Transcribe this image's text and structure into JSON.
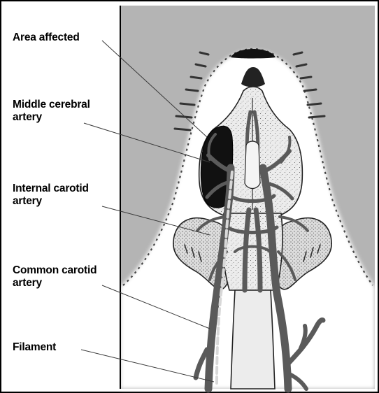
{
  "labels": {
    "area_affected": "Area affected",
    "middle_cerebral_artery": "Middle cerebral\nartery",
    "internal_carotid_artery": "Internal carotid\nartery",
    "common_carotid_artery": "Common carotid\nartery",
    "filament": "Filament"
  },
  "colors": {
    "background_panel": "#b4b4b4",
    "head_silhouette": "#ffffff",
    "brain_tissue": "#ececec",
    "artery": "#5a5a5a",
    "infarct": "#111111",
    "filament": "#d8d8d8"
  }
}
